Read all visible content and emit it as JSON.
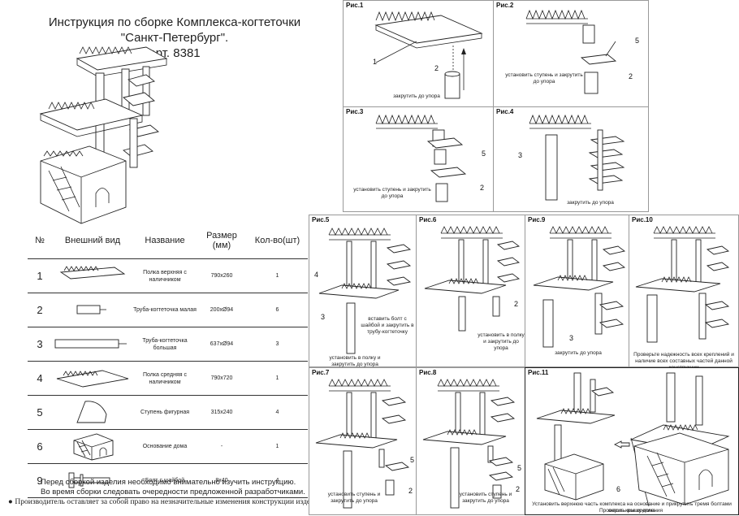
{
  "title": {
    "line1": "Инструкция по сборке Комплекса-когтеточки",
    "line2": "\"Санкт-Петербург\".",
    "line3": "арт. 8381"
  },
  "table": {
    "headers": {
      "num": "№",
      "view": "Внешний вид",
      "name": "Название",
      "size": "Размер (мм)",
      "qty": "Кол-во(шт)"
    },
    "rows": [
      {
        "num": "1",
        "icon": "shelf-upper-icon",
        "name": "Полка верхняя с наличником",
        "size": "790x260",
        "qty": "1"
      },
      {
        "num": "2",
        "icon": "tube-small-icon",
        "name": "Труба-когтеточка малая",
        "size": "200xØ94",
        "qty": "6"
      },
      {
        "num": "3",
        "icon": "tube-large-icon",
        "name": "Труба-когтеточка большая",
        "size": "637xØ94",
        "qty": "3"
      },
      {
        "num": "4",
        "icon": "shelf-middle-icon",
        "name": "Полка средняя с наличником",
        "size": "790x720",
        "qty": "1"
      },
      {
        "num": "5",
        "icon": "step-icon",
        "name": "Ступень фигурная",
        "size": "315x240",
        "qty": "4"
      },
      {
        "num": "6",
        "icon": "house-base-icon",
        "name": "Основание дома",
        "size": "-",
        "qty": "1"
      },
      {
        "num": "9",
        "icon": "bolt-icon",
        "name": "Болт с шайбой",
        "size": "8x40",
        "qty": "4"
      }
    ]
  },
  "footer": {
    "line1": "Перед сборкой изделия необходимо внимательно изучить инструкцию.",
    "line2": "Во время сборки следовать очередности предложенной разработчиками.",
    "line3": "Производитель оставляет за собой право на незначительные изменения конструкции изделия"
  },
  "figures": {
    "fig1": {
      "label": "Рис.1",
      "callout1": "1",
      "callout2": "2",
      "note": "закрутить до упора"
    },
    "fig2": {
      "label": "Рис.2",
      "callout5": "5",
      "callout2": "2",
      "note": "установить ступень и закрутить до упора"
    },
    "fig3": {
      "label": "Рис.3",
      "callout5": "5",
      "callout2": "2",
      "note": "установить ступень и закрутить до упора"
    },
    "fig4": {
      "label": "Рис.4",
      "callout3": "3",
      "note": "закрутить до упора"
    },
    "fig5": {
      "label": "Рис.5",
      "callout4": "4",
      "callout3": "3",
      "note": "установить в полку и закрутить до упора",
      "note2": "вставить болт с шайбой и закрутить в трубу-когтеточку"
    },
    "fig6": {
      "label": "Рис.6",
      "callout2": "2",
      "note": "установить в полку и закрутить до упора"
    },
    "fig9": {
      "label": "Рис.9",
      "callout3": "3",
      "note": "закрутить до упора"
    },
    "fig10": {
      "label": "Рис.10",
      "note": "Проверьте надежность всех креплений и наличие всех составных частей данной конструкции"
    },
    "fig7": {
      "label": "Рис.7",
      "callout5": "5",
      "callout2": "2",
      "note": "установить ступень и закрутить до упора"
    },
    "fig8": {
      "label": "Рис.8",
      "callout5": "5",
      "callout2": "2",
      "note": "установить ступень и закрутить до упора"
    },
    "fig11": {
      "label": "Рис.11",
      "callout6": "6",
      "note": "Установить верхнюю часть комплекса на основание и прикрутить тремя болтами сквозь крышу дома",
      "note2": "Проверить все крепления"
    }
  }
}
